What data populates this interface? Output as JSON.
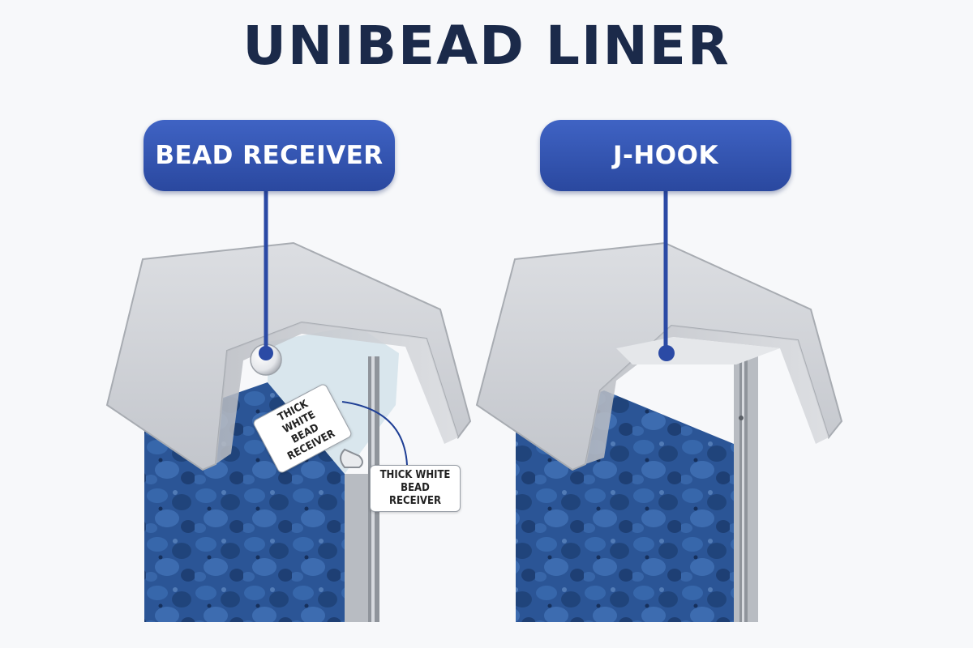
{
  "title": "UNIBEAD LINER",
  "labels": {
    "left": "BEAD RECEIVER",
    "right": "J-HOOK"
  },
  "callouts": {
    "tilted": "THICK WHITE\nBEAD RECEIVER",
    "flat": "THICK WHITE\nBEAD RECEIVER"
  },
  "colors": {
    "title": "#1b2a4a",
    "label_fill": "#3453b3",
    "leader_line": "#2b4aa5",
    "coping": "#c8cbd0",
    "liner_pattern": "#2d5a9e",
    "highlight_arc": "#d0236e"
  }
}
